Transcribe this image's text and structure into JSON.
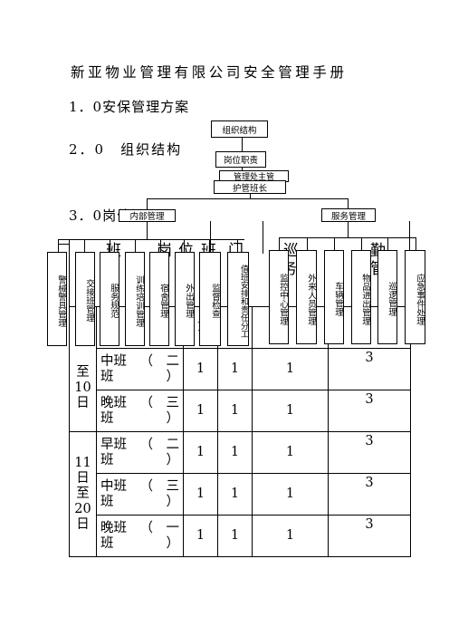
{
  "document": {
    "title": "新亚物业管理有限公司安全管理手册",
    "sections": [
      {
        "label": "1．0安保管理方案"
      },
      {
        "label": "2．0　组织结构"
      },
      {
        "label": "3．0岗位设置"
      }
    ]
  },
  "org_chart": {
    "top": "组织结构",
    "second": "岗位职责",
    "third": "管理处主管",
    "fourth": "护管班长",
    "groups": [
      "内部管理",
      "服务管理"
    ],
    "internal_items": [
      "警械警具管理",
      "交接班管理",
      "服务规范",
      "训练培训管理",
      "宿舍管理",
      "外出管理",
      "监督检查",
      "值班安排和责任分工"
    ],
    "service_items": [
      "监控中心管理",
      "外来人员管理",
      "车辆管理",
      "物品进出管理",
      "巡逻管理",
      "应急事件处理"
    ]
  },
  "background_fragments": [
    "班",
    "岗",
    "位",
    "班",
    "门",
    "巡",
    "勤",
    "务",
    "管"
  ],
  "schedule": {
    "period_partial_top": "至",
    "period_1": "10",
    "period_1_suffix": "日",
    "period_2": [
      "11",
      "日",
      "至",
      "20",
      "日"
    ],
    "row_partial_first": "1",
    "rows": [
      {
        "shift": "中班",
        "num": "二",
        "a": "1",
        "b": "1",
        "c": "1",
        "d": "3"
      },
      {
        "shift": "晚班",
        "num": "三",
        "a": "1",
        "b": "1",
        "c": "1",
        "d": "3"
      },
      {
        "shift": "早班",
        "num": "二",
        "a": "1",
        "b": "1",
        "c": "1",
        "d": "3"
      },
      {
        "shift": "中班",
        "num": "三",
        "a": "1",
        "b": "1",
        "c": "1",
        "d": "3"
      },
      {
        "shift": "晚班",
        "num": "一",
        "a": "1",
        "b": "1",
        "c": "1",
        "d": "3"
      }
    ]
  }
}
